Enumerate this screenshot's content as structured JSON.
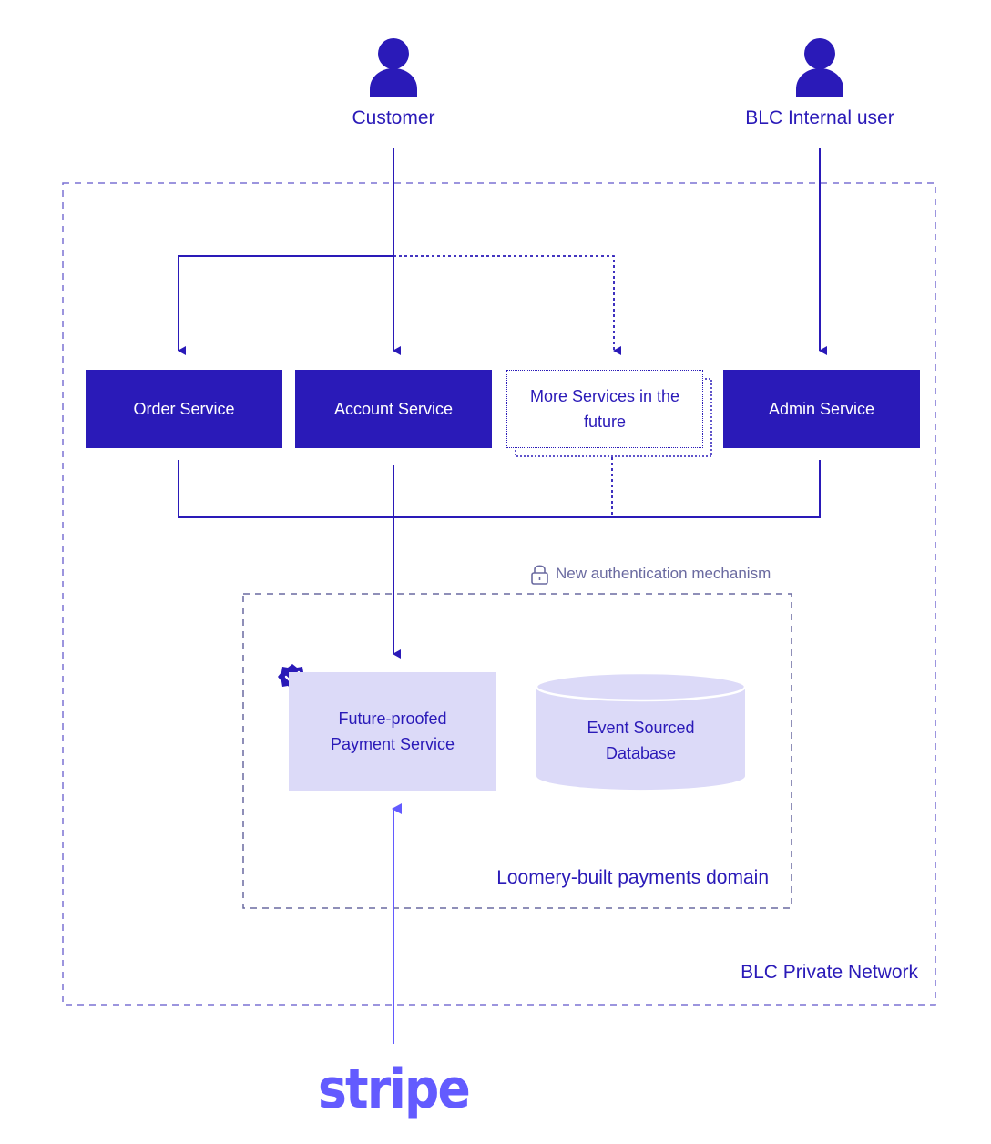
{
  "actors": {
    "customer": "Customer",
    "internal_user": "BLC Internal user"
  },
  "services": {
    "order": "Order Service",
    "account": "Account Service",
    "future_line1": "More Services in the",
    "future_line2": "future",
    "admin": "Admin Service"
  },
  "auth_label": "New authentication mechanism",
  "payment_service": {
    "line1": "Future-proofed",
    "line2": "Payment Service"
  },
  "database": {
    "line1": "Event Sourced",
    "line2": "Database"
  },
  "domain_label": "Loomery-built payments domain",
  "network_label": "BLC Private Network",
  "stripe_logo": "stripe",
  "colors": {
    "primary": "#2a1ab8",
    "light": "#dcdaf8",
    "stripe": "#635bff",
    "border_dash": "#7b72d4"
  }
}
